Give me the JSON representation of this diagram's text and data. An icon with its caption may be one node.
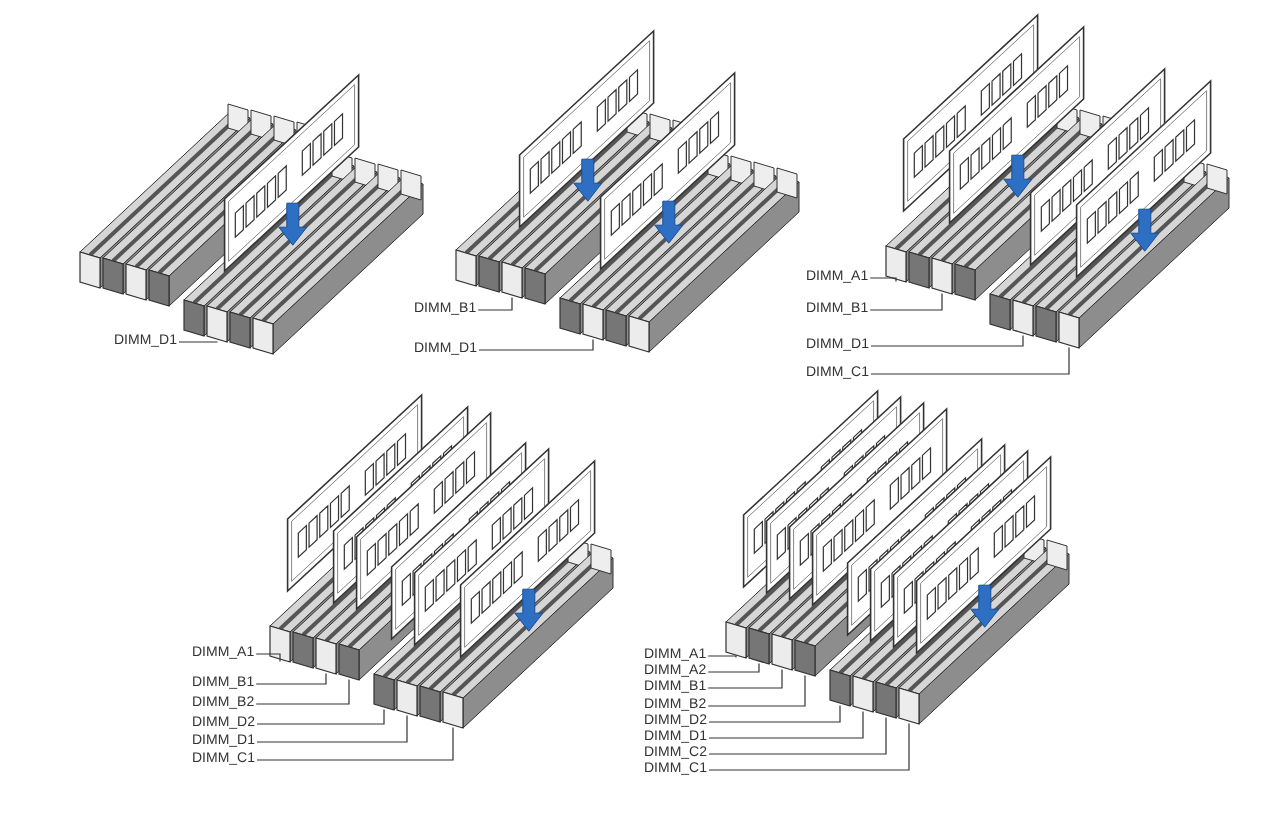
{
  "diagram": {
    "nodes": [
      {
        "text": [
          "DIMM_D1"
        ]
      },
      {
        "text": [],
        "shape": "bar"
      },
      {
        "text": [
          "DIMM_B1"
        ]
      },
      {
        "text": [
          "DIMM_D1"
        ]
      },
      {
        "text": [],
        "shape": "bar"
      },
      {
        "text": [],
        "shape": "bar"
      },
      {
        "text": [
          "DIMM_A1"
        ]
      },
      {
        "text": [
          "DIMM_B1"
        ]
      },
      {
        "text": [
          "DIMM_D1"
        ]
      },
      {
        "text": [
          "DIMM_C1"
        ]
      },
      {
        "text": [],
        "shape": "bar"
      },
      {
        "text": [],
        "shape": "bar"
      },
      {
        "text": [],
        "shape": "bar"
      },
      {
        "text": [],
        "shape": "bar"
      },
      {
        "text": [
          "DIMM_A1"
        ]
      },
      {
        "text": [
          "DIMM_B1"
        ]
      },
      {
        "text": [
          "DIMM_B2"
        ]
      },
      {
        "text": [
          "DIMM_D2"
        ]
      },
      {
        "text": [
          "DIMM_D1"
        ]
      },
      {
        "text": [
          "DIMM_C1"
        ]
      },
      {
        "text": [],
        "shape": "bar"
      },
      {
        "text": [],
        "shape": "bar"
      },
      {
        "text": [],
        "shape": "bar"
      },
      {
        "text": [],
        "shape": "bar"
      },
      {
        "text": [],
        "shape": "bar"
      },
      {
        "text": [],
        "shape": "bar"
      },
      {
        "text": [
          "DIMM_A1"
        ]
      },
      {
        "text": [
          "DIMM_A2"
        ]
      },
      {
        "text": [
          "DIMM_B1"
        ]
      },
      {
        "text": [
          "DIMM_B2"
        ]
      },
      {
        "text": [
          "DIMM_D2"
        ]
      },
      {
        "text": [
          "DIMM_D1"
        ]
      },
      {
        "text": [
          "DIMM_C2"
        ]
      },
      {
        "text": [
          "DIMM_C1"
        ]
      },
      {
        "text": [],
        "shape": "bar"
      },
      {
        "text": [],
        "shape": "bar"
      },
      {
        "text": [],
        "shape": "bar"
      },
      {
        "text": [],
        "shape": "bar"
      },
      {
        "text": [],
        "shape": "bar"
      },
      {
        "text": [],
        "shape": "bar"
      },
      {
        "text": [],
        "shape": "bar"
      },
      {
        "text": [],
        "shape": "bar"
      }
    ],
    "edges": [
      {
        "from": 0,
        "to": 1,
        "arrow": "none"
      },
      {
        "from": 2,
        "to": 4,
        "arrow": "none"
      },
      {
        "from": 3,
        "to": 5,
        "arrow": "none"
      },
      {
        "from": 6,
        "to": 10,
        "arrow": "none"
      },
      {
        "from": 7,
        "to": 11,
        "arrow": "none"
      },
      {
        "from": 8,
        "to": 12,
        "arrow": "none"
      },
      {
        "from": 9,
        "to": 13,
        "arrow": "none"
      },
      {
        "from": 14,
        "to": 20,
        "arrow": "none"
      },
      {
        "from": 15,
        "to": 21,
        "arrow": "none"
      },
      {
        "from": 16,
        "to": 22,
        "arrow": "none"
      },
      {
        "from": 17,
        "to": 23,
        "arrow": "none"
      },
      {
        "from": 18,
        "to": 24,
        "arrow": "none"
      },
      {
        "from": 19,
        "to": 25,
        "arrow": "none"
      },
      {
        "from": 26,
        "to": 34,
        "arrow": "none"
      },
      {
        "from": 27,
        "to": 35,
        "arrow": "none"
      },
      {
        "from": 28,
        "to": 36,
        "arrow": "none"
      },
      {
        "from": 29,
        "to": 37,
        "arrow": "none"
      },
      {
        "from": 30,
        "to": 38,
        "arrow": "none"
      },
      {
        "from": 31,
        "to": 39,
        "arrow": "none"
      },
      {
        "from": 32,
        "to": 40,
        "arrow": "none"
      },
      {
        "from": 33,
        "to": 41,
        "arrow": "none"
      }
    ]
  }
}
